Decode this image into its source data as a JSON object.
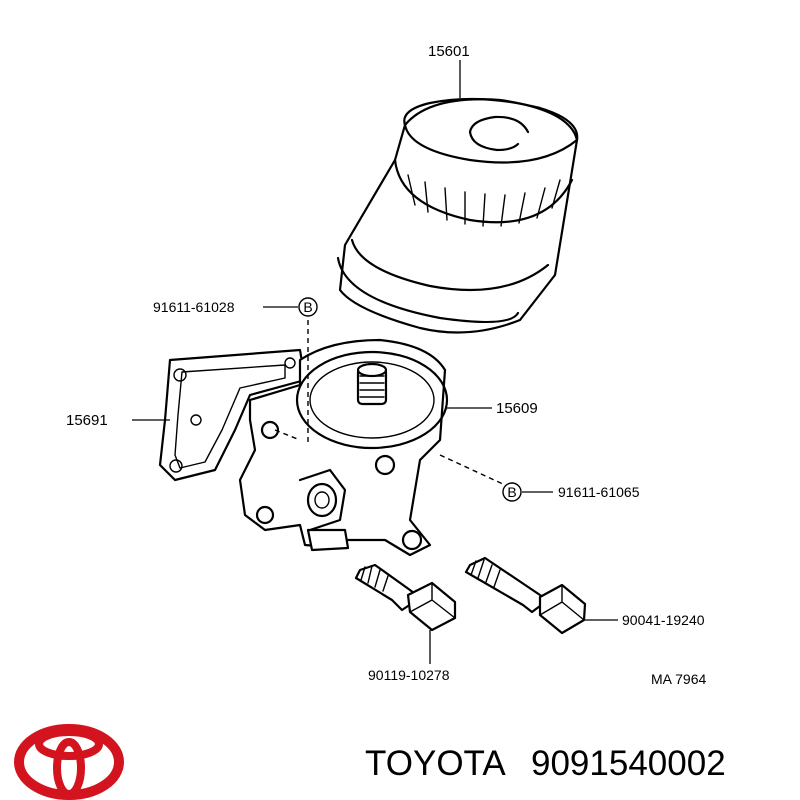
{
  "diagram": {
    "labels": {
      "filter": "15601",
      "gasket_bolt_a": "91611-61028",
      "gasket": "15691",
      "bracket": "15609",
      "bolt_b": "91611-61065",
      "bolt_long": "90041-19240",
      "bolt_short": "90119-10278",
      "ref": "MA  7964"
    },
    "markers": {
      "a": "B",
      "b": "B"
    }
  },
  "footer": {
    "brand": "TOYOTA",
    "part_number": "9091540002",
    "logo_color": "#d3131d"
  }
}
